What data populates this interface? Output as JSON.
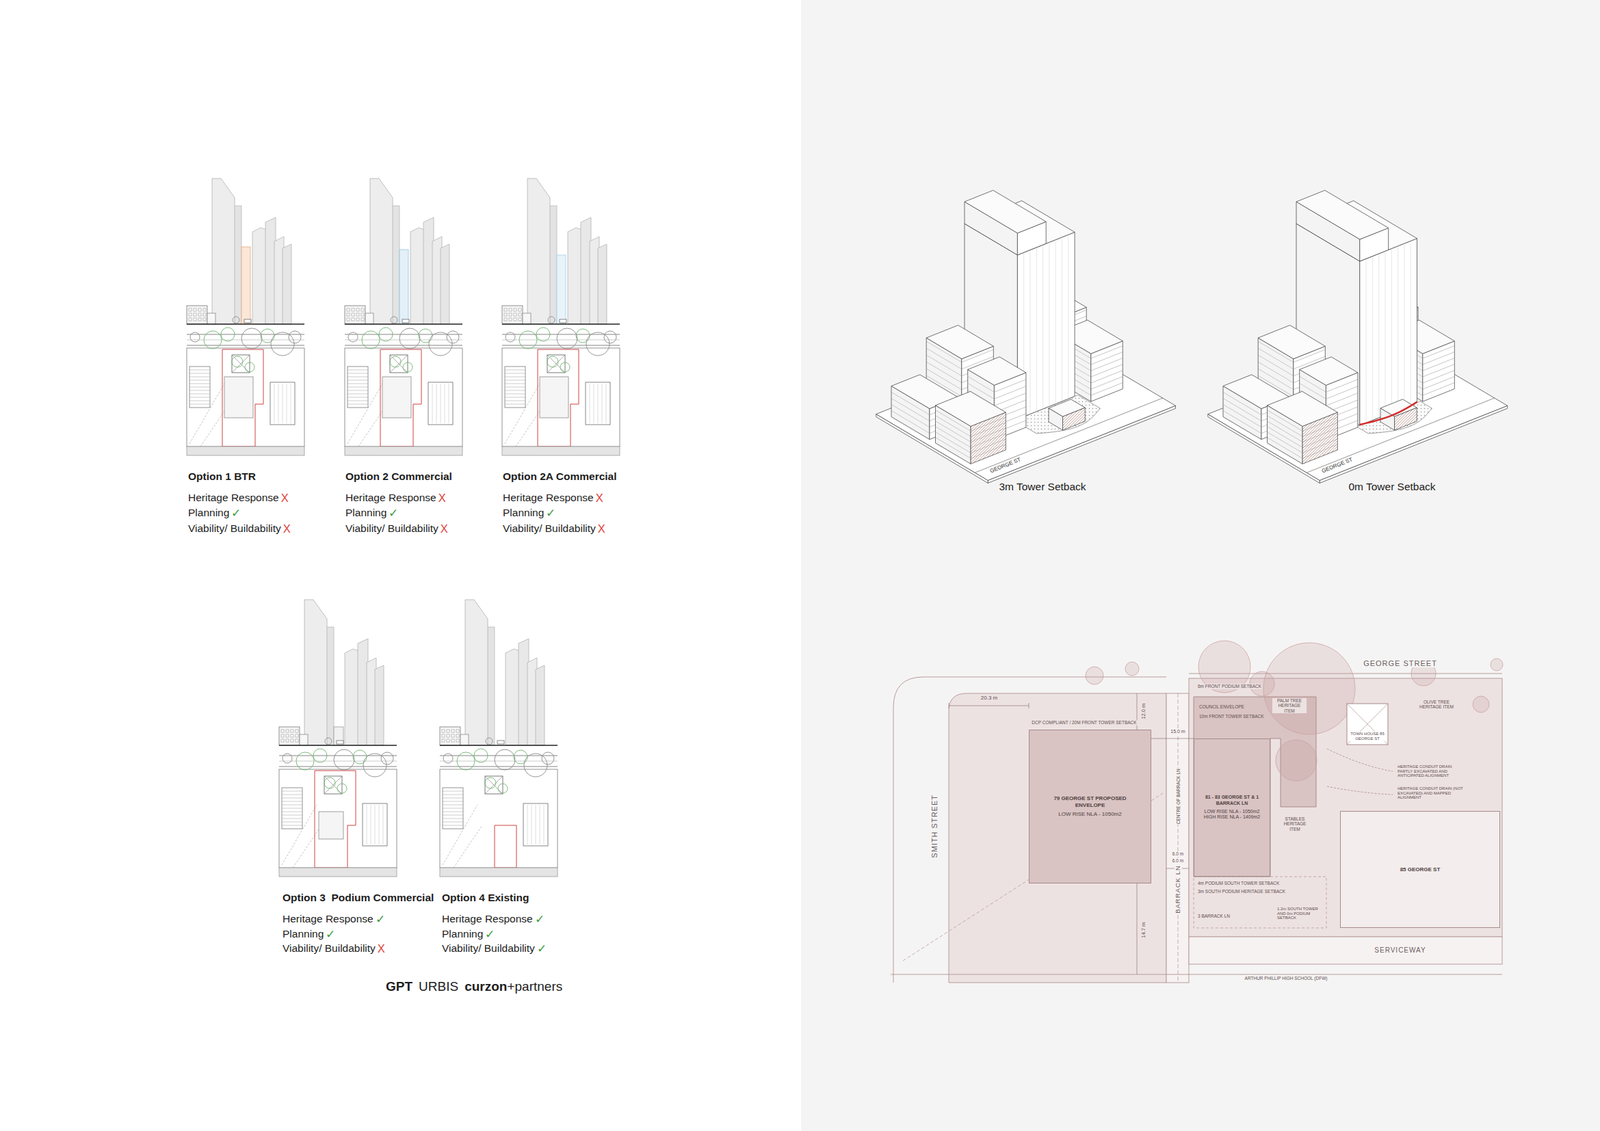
{
  "diagram": {
    "nodes": [
      {
        "text": [
          "79 GEORGE ST PROPOSED ENVELOPE",
          "LOW RISE NLA - 1050m2"
        ]
      },
      {
        "text": [
          "81 - 83 GEORGE ST & 1 BARRACK LN",
          "LOW RISE NLA - 1050m2 HIGH RISE NLA - 1409m2"
        ]
      },
      {
        "text": [
          "85 GEORGE ST"
        ]
      }
    ],
    "labels": [
      "Option 1 BTR",
      "Heritage Response",
      "X",
      "Planning",
      "✓",
      "Viability/ Buildability",
      "X",
      "Option 2 Commercial",
      "Heritage Response",
      "X",
      "Planning",
      "✓",
      "Viability/ Buildability",
      "X",
      "Option 2A Commercial",
      "Heritage Response",
      "X",
      "Planning",
      "✓",
      "Viability/ Buildability",
      "X",
      "Option 3  Podium Commercial",
      "Heritage Response",
      "✓",
      "Planning",
      "✓",
      "Viability/ Buildability",
      "X",
      "Option 4 Existing",
      "Heritage Response",
      "✓",
      "Planning",
      "✓",
      "Viability/ Buildability",
      "✓",
      "GPT",
      "URBIS",
      "curzon",
      "+partners",
      "GEORGE ST",
      "3m Tower Setback",
      "GEORGE ST",
      "0m Tower Setback",
      "GEORGE STREET",
      "SMITH STREET",
      "BARRACK LN",
      "SERVICEWAY",
      "ARTHUR PHILLIP HIGH SCHOOL (DFW)",
      "20.3 m",
      "12.0 m",
      "15.0 m",
      "14.7 m",
      "6.0 m",
      "6.0 m",
      "DCP COMPLIANT / 20M FRONT TOWER SETBACK",
      "6m FRONT PODIUM SETBACK",
      "COUNCIL ENVELOPE",
      "10m FRONT TOWER SETBACK",
      "PALM TREE HERITAGE ITEM",
      "OLIVE TREE HERITAGE ITEM",
      "TOWN HOUSE 85 GEORGE ST",
      "HERITAGE CONDUIT DRAIN PARTLY EXCAVATED AND ANTICIPATED ALIGNMENT",
      "HERITAGE CONDUIT DRAIN (NOT EXCAVATED) AND MAPPED ALIGNMENT",
      "STABLES HERITAGE ITEM",
      "CENTRE OF BARRACK LN",
      "4m PODIUM SOUTH TOWER SETBACK",
      "3m SOUTH PODIUM HERITAGE SETBACK",
      "3 BARRACK LN",
      "1.2m SOUTH TOWER AND 0m PODIUM SETBACK"
    ]
  }
}
